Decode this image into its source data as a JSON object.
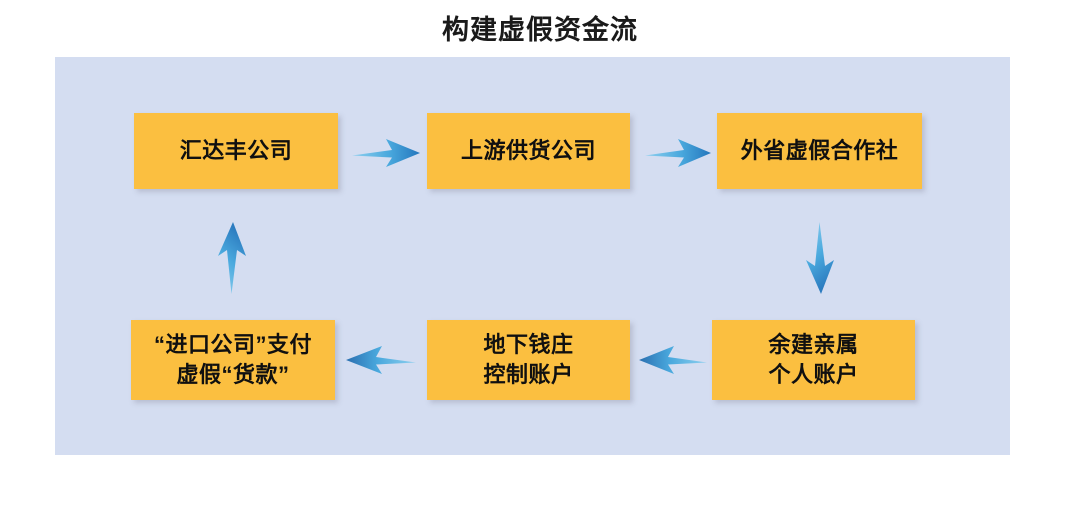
{
  "title": "构建虚假资金流",
  "palette": {
    "canvas_background": "#ffffff",
    "panel_background": "#d4ddf1",
    "node_fill": "#fbbf40",
    "node_text": "#101010",
    "arrow_light": "#7ecbee",
    "arrow_dark": "#2b7fc4",
    "title_text": "#1a1a1a"
  },
  "diagram": {
    "type": "flowchart",
    "nodes": [
      {
        "id": "huidafeng",
        "lines": [
          "汇达丰公司"
        ],
        "row": "top",
        "col": 1
      },
      {
        "id": "supplier",
        "lines": [
          "上游供货公司"
        ],
        "row": "top",
        "col": 2
      },
      {
        "id": "coop",
        "lines": [
          "外省虚假合作社"
        ],
        "row": "top",
        "col": 3
      },
      {
        "id": "importpay",
        "lines": [
          "“进口公司”支付",
          "虚假“货款”"
        ],
        "row": "bottom",
        "col": 1
      },
      {
        "id": "underground",
        "lines": [
          "地下钱庄",
          "控制账户"
        ],
        "row": "bottom",
        "col": 2
      },
      {
        "id": "relatives",
        "lines": [
          "余建亲属",
          "个人账户"
        ],
        "row": "bottom",
        "col": 3
      }
    ],
    "edges": [
      {
        "id": "h1",
        "from": "huidafeng",
        "to": "supplier",
        "direction": "right"
      },
      {
        "id": "h2",
        "from": "supplier",
        "to": "coop",
        "direction": "right"
      },
      {
        "id": "v1",
        "from": "coop",
        "to": "relatives",
        "direction": "down"
      },
      {
        "id": "h3",
        "from": "relatives",
        "to": "underground",
        "direction": "left"
      },
      {
        "id": "h4",
        "from": "underground",
        "to": "importpay",
        "direction": "left"
      },
      {
        "id": "v2",
        "from": "importpay",
        "to": "huidafeng",
        "direction": "up"
      }
    ]
  }
}
